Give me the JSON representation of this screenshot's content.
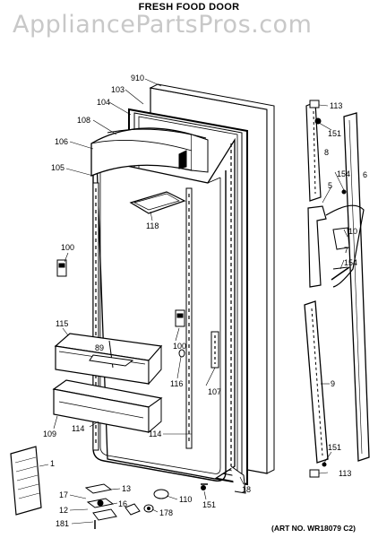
{
  "diagram": {
    "title": "FRESH FOOD DOOR",
    "watermark": "AppliancePartsPros.com",
    "art_number": "(ART NO. WR18079 C2)",
    "part_labels": {
      "p910": "910",
      "p103": "103",
      "p104": "104",
      "p108": "108",
      "p106": "106",
      "p105": "105",
      "p118": "118",
      "p100a": "100",
      "p100b": "100",
      "p115": "115",
      "p89": "89",
      "p116": "116",
      "p107": "107",
      "p109": "109",
      "p114a": "114",
      "p114b": "114",
      "p1": "1",
      "p13": "13",
      "p17": "17",
      "p12": "12",
      "p16": "16",
      "p181": "181",
      "p110": "110",
      "p178": "178",
      "p151a": "151",
      "p18": "18",
      "p113a": "113",
      "p151b": "151",
      "p8": "8",
      "p6": "6",
      "p154a": "154",
      "p5": "5",
      "p10": "10",
      "p7": "7",
      "p154b": "154",
      "p9": "9",
      "p151c": "151",
      "p113b": "113"
    }
  }
}
